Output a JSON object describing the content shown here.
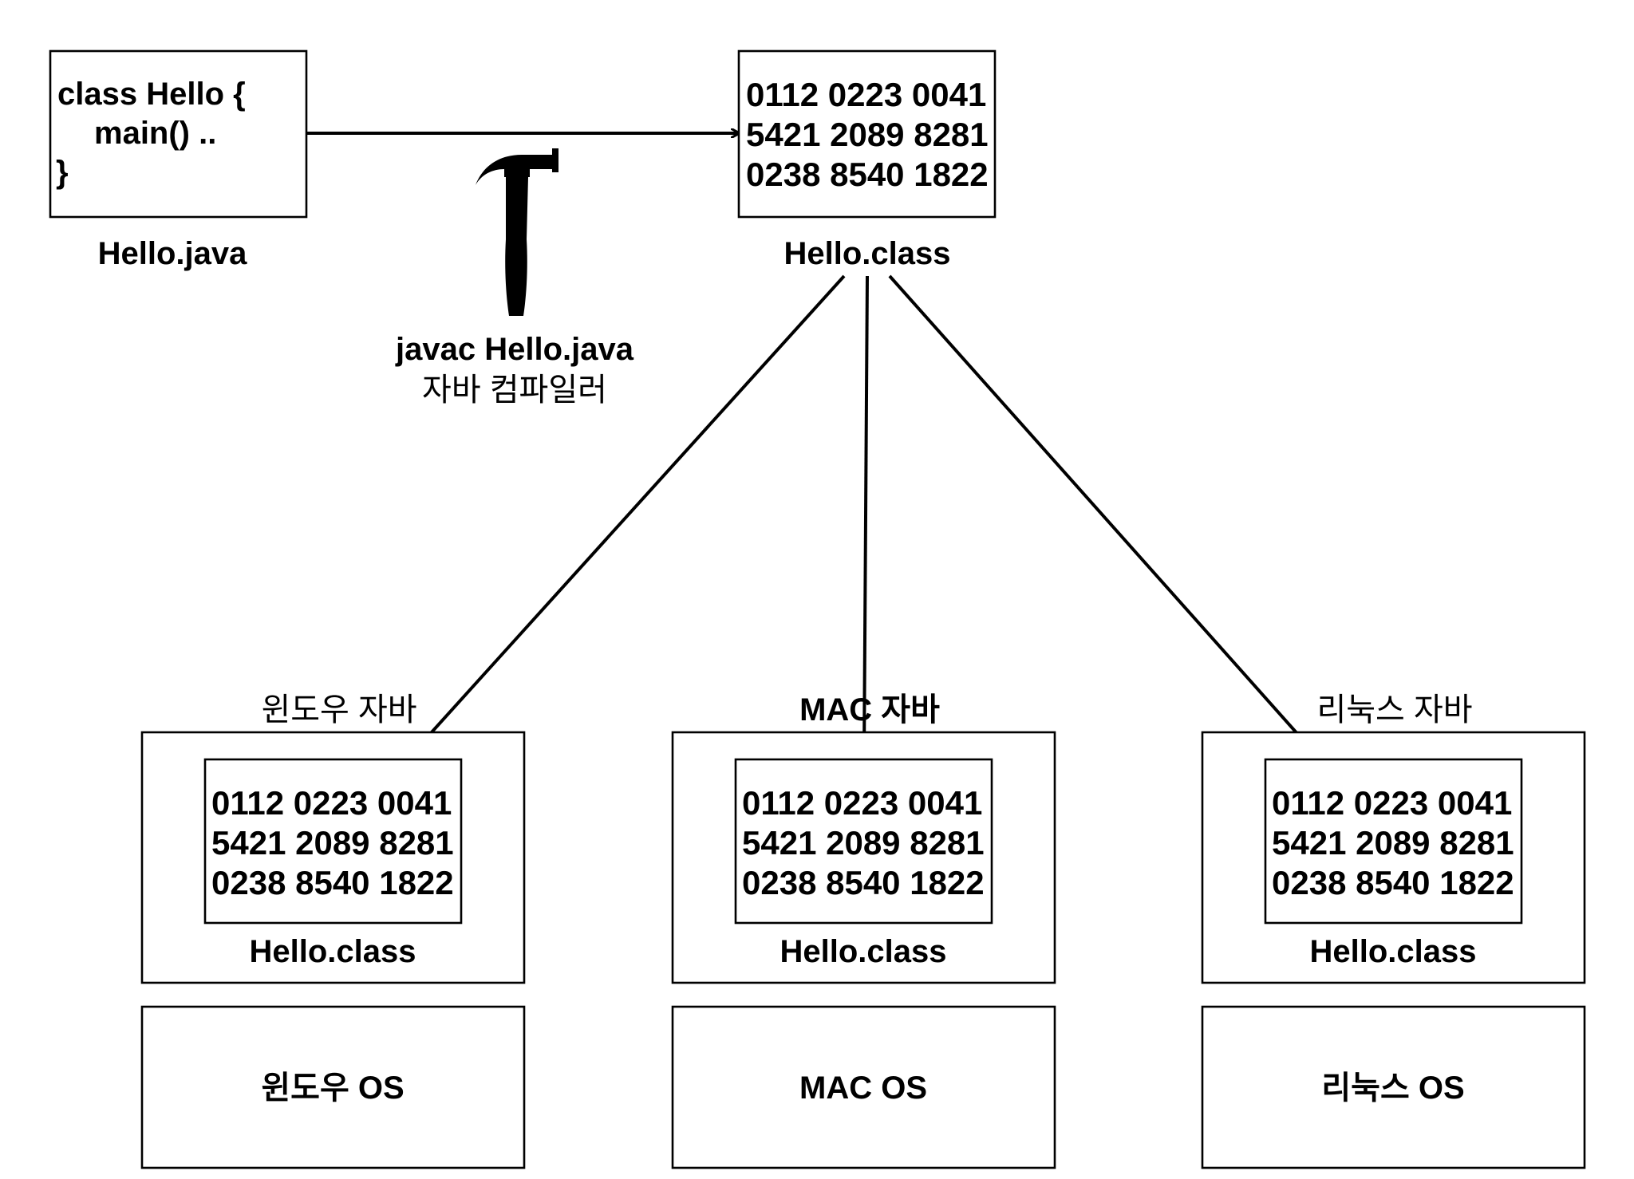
{
  "source_file": {
    "code_lines": [
      "class Hello {",
      "main() ..",
      "}"
    ],
    "caption": "Hello.java"
  },
  "compiler": {
    "icon": "hammer-icon",
    "command": "javac Hello.java",
    "caption": "자바 컴파일러"
  },
  "bytecode": {
    "lines": [
      "0112 0223 0041",
      "5421 2089 8281",
      "0238 8540 1822"
    ],
    "caption": "Hello.class"
  },
  "platforms": [
    {
      "runtime_label": "윈도우 자바",
      "bytecode_lines": [
        "0112 0223 0041",
        "5421 2089 8281",
        "0238 8540 1822"
      ],
      "class_caption": "Hello.class",
      "os_label": "윈도우 OS"
    },
    {
      "runtime_label": "MAC 자바",
      "bytecode_lines": [
        "0112 0223 0041",
        "5421 2089 8281",
        "0238 8540 1822"
      ],
      "class_caption": "Hello.class",
      "os_label": "MAC OS"
    },
    {
      "runtime_label": "리눅스 자바",
      "bytecode_lines": [
        "0112 0223 0041",
        "5421 2089 8281",
        "0238 8540 1822"
      ],
      "class_caption": "Hello.class",
      "os_label": "리눅스 OS"
    }
  ]
}
